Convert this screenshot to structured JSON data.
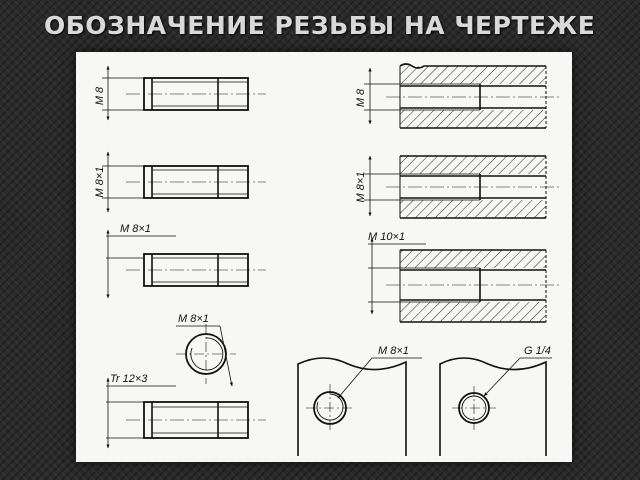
{
  "slide": {
    "title": "ОБОЗНАЧЕНИЕ РЕЗЬБЫ НА ЧЕРТЕЖЕ"
  },
  "drawing": {
    "labels": {
      "rod1": "M 8",
      "rod2": "M 8×1",
      "rod3": "M 8×1",
      "circle": "M 8×1",
      "rod4": "Tr 12×3",
      "hole1": "M 8",
      "hole2": "M 8×1",
      "hole3": "M 10×1",
      "plate1": "M 8×1",
      "plate2": "G 1/4"
    }
  }
}
